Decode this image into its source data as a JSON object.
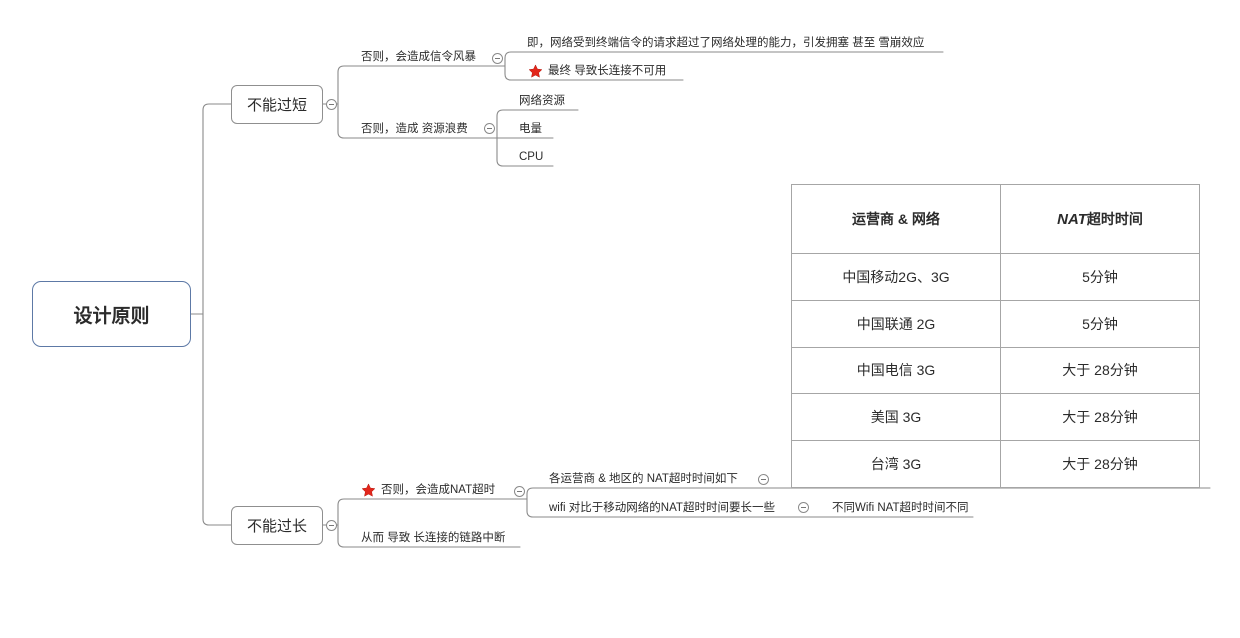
{
  "root": {
    "label": "设计原则"
  },
  "branches": [
    {
      "label": "不能过短",
      "children": [
        {
          "label": "否则，会造成信令风暴",
          "children": [
            {
              "label": "即，网络受到终端信令的请求超过了网络处理的能力，引发拥塞 甚至 雪崩效应"
            },
            {
              "label": "最终 导致长连接不可用",
              "marker": "star-icon"
            }
          ]
        },
        {
          "label": "否则，造成 资源浪费",
          "children": [
            {
              "label": "网络资源"
            },
            {
              "label": "电量"
            },
            {
              "label": "CPU"
            }
          ]
        }
      ]
    },
    {
      "label": "不能过长",
      "children": [
        {
          "label": "否则，会造成NAT超时",
          "marker": "star-icon",
          "children": [
            {
              "label": "各运营商 & 地区的 NAT超时时间如下",
              "table": {
                "headers": [
                  {
                    "text": "运营商 & 网络"
                  },
                  {
                    "emphasis": "NAT",
                    "text": "超时时间"
                  }
                ],
                "rows": [
                  [
                    "中国移动2G、3G",
                    "5分钟"
                  ],
                  [
                    "中国联通 2G",
                    "5分钟"
                  ],
                  [
                    "中国电信 3G",
                    "大于 28分钟"
                  ],
                  [
                    "美国 3G",
                    "大于 28分钟"
                  ],
                  [
                    "台湾 3G",
                    "大于 28分钟"
                  ]
                ]
              }
            },
            {
              "label": "wifi 对比于移动网络的NAT超时时间要长一些",
              "children": [
                {
                  "label": "不同Wifi NAT超时时间不同"
                }
              ]
            }
          ]
        },
        {
          "label": "从而 导致 长连接的链路中断"
        }
      ]
    }
  ],
  "icons": {
    "collapse_toggle": "collapse-icon",
    "marker": "star-icon"
  },
  "colors": {
    "text": "#2b2b2b",
    "connector": "#8a8a8a",
    "root_border": "#5d79a6",
    "node_border": "#8f8f8f",
    "table_border": "#a6a6a6",
    "star": "#e3261b",
    "background": "#ffffff"
  }
}
